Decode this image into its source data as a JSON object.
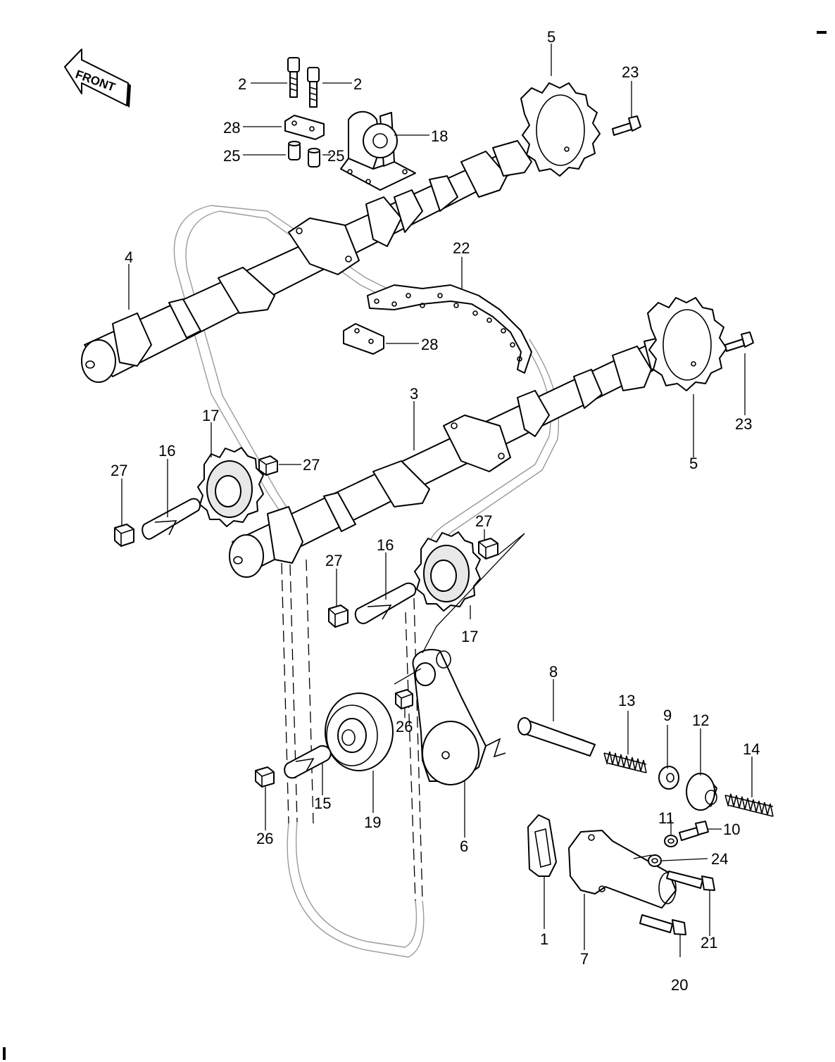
{
  "front_arrow": {
    "text": "FRONT"
  },
  "callouts": {
    "c2a": "2",
    "c2b": "2",
    "c28a": "28",
    "c28b": "28",
    "c25a": "25",
    "c25b": "25",
    "c18": "18",
    "c5a": "5",
    "c5b": "5",
    "c23a": "23",
    "c23b": "23",
    "c4": "4",
    "c22": "22",
    "c3": "3",
    "c17a": "17",
    "c17b": "17",
    "c16a": "16",
    "c16b": "16",
    "c27a": "27",
    "c27b": "27",
    "c27c": "27",
    "c27d": "27",
    "c8": "8",
    "c13": "13",
    "c9": "9",
    "c12": "12",
    "c14": "14",
    "c26a": "26",
    "c26b": "26",
    "c15": "15",
    "c19": "19",
    "c6": "6",
    "c11": "11",
    "c10": "10",
    "c24": "24",
    "c1": "1",
    "c7": "7",
    "c21": "21",
    "c20": "20"
  }
}
